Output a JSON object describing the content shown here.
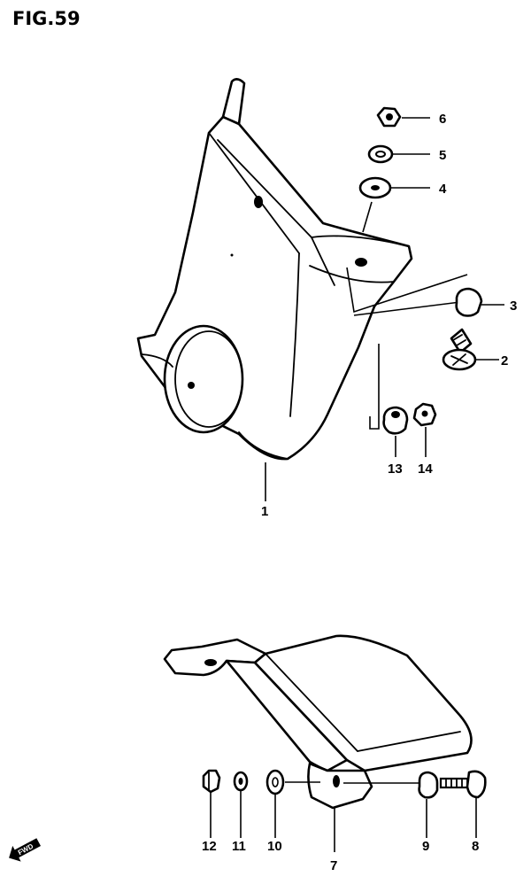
{
  "figure": {
    "title": "FIG.59",
    "forward_mark": "FWD"
  },
  "callouts": {
    "p1": "1",
    "p2": "2",
    "p3": "3",
    "p4": "4",
    "p5": "5",
    "p6": "6",
    "p7": "7",
    "p8": "8",
    "p9": "9",
    "p10": "10",
    "p11": "11",
    "p12": "12",
    "p13": "13",
    "p14": "14"
  },
  "colors": {
    "ink": "#000000",
    "paper": "#ffffff"
  }
}
